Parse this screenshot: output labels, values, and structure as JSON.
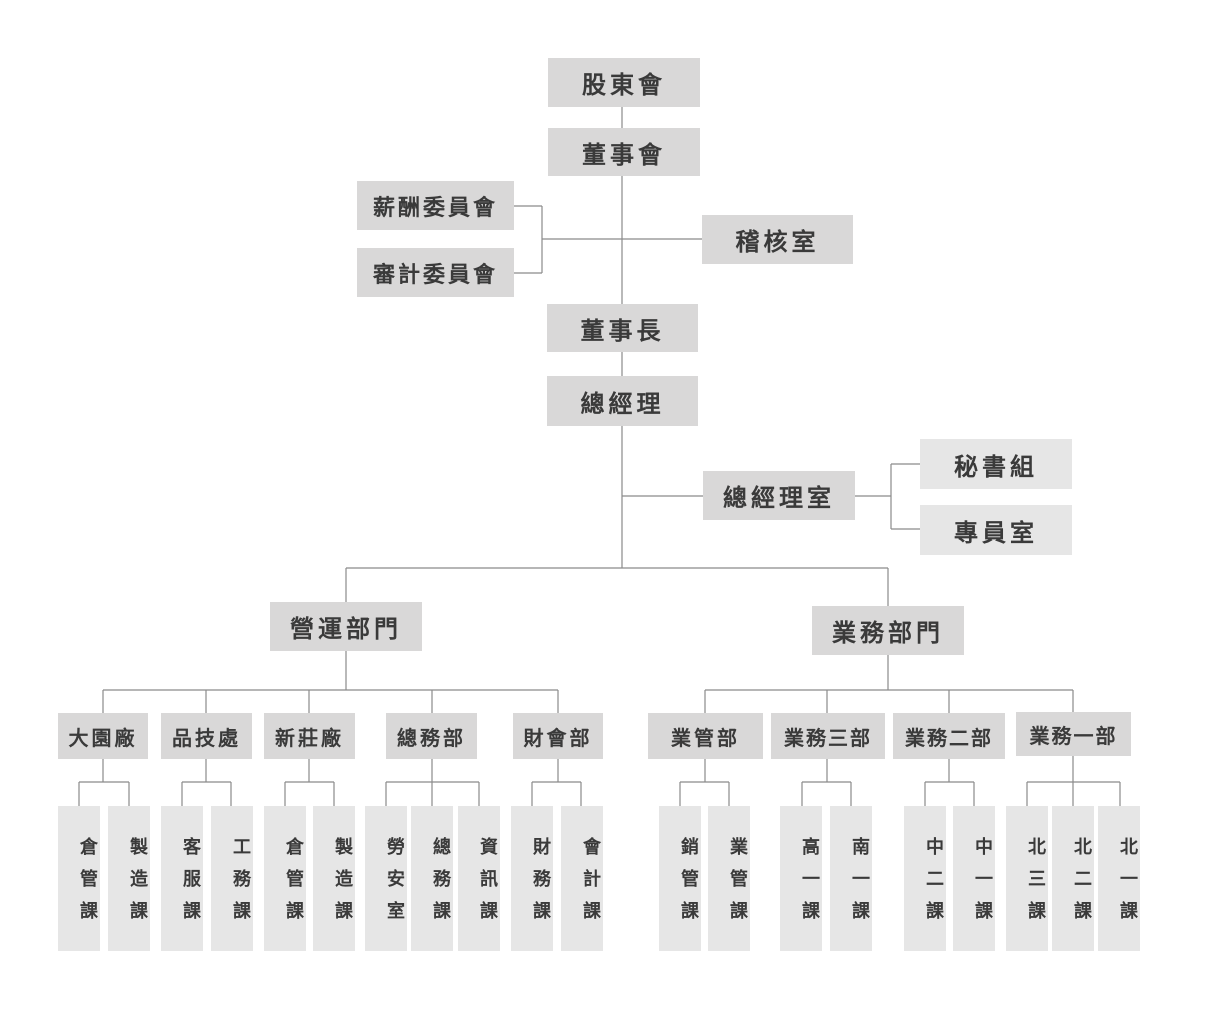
{
  "top": {
    "shareholders": "股東會",
    "board": "董事會",
    "compensation_committee": "薪酬委員會",
    "audit_committee": "審計委員會",
    "audit_office": "稽核室",
    "chairman": "董事長",
    "general_manager": "總經理",
    "gm_office": "總經理室",
    "secretariat": "秘書組",
    "specialist_office": "專員室"
  },
  "divisions": {
    "operations": "營運部門",
    "business": "業務部門"
  },
  "departments": {
    "dayuan_plant": "大園廠",
    "quality_tech": "品技處",
    "xinzhuang_plant": "新莊廠",
    "general_affairs": "總務部",
    "finance_accounting": "財會部",
    "business_admin": "業管部",
    "business_3": "業務三部",
    "business_2": "業務二部",
    "business_1": "業務一部"
  },
  "sections": {
    "dayuan_warehouse": "倉管課",
    "dayuan_manufacturing": "製造課",
    "customer_service": "客服課",
    "engineering": "工務課",
    "xinzhuang_warehouse": "倉管課",
    "xinzhuang_manufacturing": "製造課",
    "labor_safety": "勞安室",
    "general_affairs_section": "總務課",
    "it_section": "資訊課",
    "finance_section": "財務課",
    "accounting_section": "會計課",
    "sales_admin": "銷管課",
    "business_admin_section": "業管課",
    "kaohsiung_1": "高一課",
    "tainan_1": "南一課",
    "central_2": "中二課",
    "central_1": "中一課",
    "north_3": "北三課",
    "north_2": "北二課",
    "north_1": "北一課"
  }
}
